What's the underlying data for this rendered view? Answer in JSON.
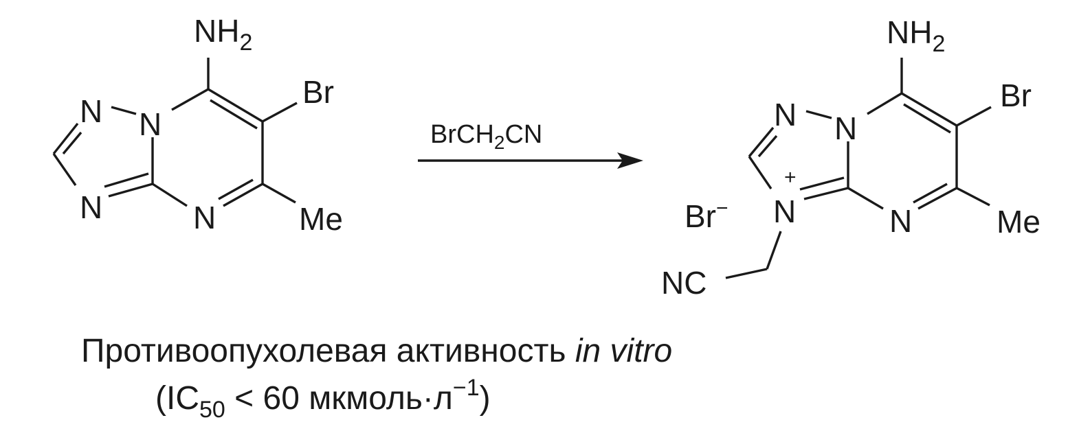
{
  "reactant": {
    "amino_label": "NH",
    "amino_sub": "2",
    "bromo_label": "Br",
    "methyl_label": "Me",
    "n1_label": "N",
    "n2_label": "N",
    "n3_label": "N",
    "n4_label": "N"
  },
  "reagent": {
    "part1": "BrCH",
    "sub": "2",
    "part2": "CN"
  },
  "product": {
    "amino_label": "NH",
    "amino_sub": "2",
    "bromo_label": "Br",
    "methyl_label": "Me",
    "n1_label": "N",
    "n2_label": "N",
    "n3_label": "N",
    "n4_label": "N",
    "plus_charge": "+",
    "counterion": "Br",
    "counterion_charge": "−",
    "nitrile_label": "NC"
  },
  "caption": {
    "line1_text": "Противоопухолевая активность ",
    "line1_italic": "in vitro",
    "line2_open": "(IC",
    "line2_sub": "50",
    "line2_mid": " < 60 мкмоль·л",
    "line2_sup": "−1",
    "line2_close": ")"
  }
}
